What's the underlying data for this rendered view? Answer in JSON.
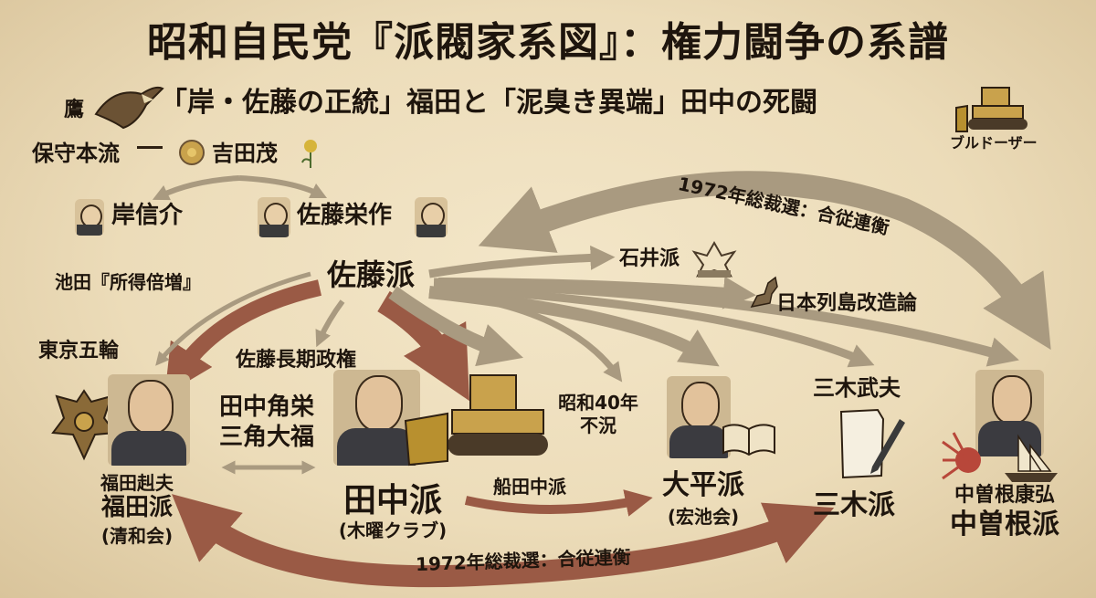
{
  "title": "昭和自民党『派閥家系図』：権力闘争の系譜",
  "subtitle": "「岸・佐藤の正統」福田と「泥臭き異端」田中の死闘",
  "labels": {
    "hawk": "鷹",
    "bulldozer": "ブルドーザー",
    "mainstream": "保守本流",
    "yoshida": "吉田茂",
    "kishi": "岸信介",
    "sato": "佐藤栄作",
    "sato_faction": "佐藤派",
    "ikeda": "池田『所得倍増』",
    "tokyo_olympics": "東京五輪",
    "sato_long_regime": "佐藤長期政権",
    "tanaka_line1": "田中角栄",
    "tanaka_line2": "三角大福",
    "fukuda_name": "福田赳夫",
    "fukuda_faction": "福田派",
    "fukuda_sub": "(清和会)",
    "tanaka_faction": "田中派",
    "tanaka_sub": "(木曜クラブ)",
    "funada": "船田中派",
    "ohira_faction": "大平派",
    "ohira_sub": "(宏池会)",
    "showa40_line1": "昭和40年",
    "showa40_line2": "不況",
    "ishii": "石井派",
    "archipelago": "日本列島改造論",
    "miki_name": "三木武夫",
    "miki_faction": "三木派",
    "nakasone_name": "中曽根康弘",
    "nakasone_faction": "中曽根派",
    "election_top": "1972年総裁選：合従連衡",
    "election_bottom": "1972年総裁選：合従連衡"
  },
  "icons": [
    "hawk-icon",
    "chrysanthemum-icon",
    "flower-icon",
    "bulldozer-icon",
    "eagle-crest-icon",
    "book-icon",
    "paper-pen-icon",
    "rising-sun-ship-icon",
    "crest-icon",
    "map-icon"
  ],
  "colors": {
    "background": "#ecdcb9",
    "arrow": "#a99a80",
    "arrow_dark": "#9a5a45",
    "text": "#1e150d"
  }
}
